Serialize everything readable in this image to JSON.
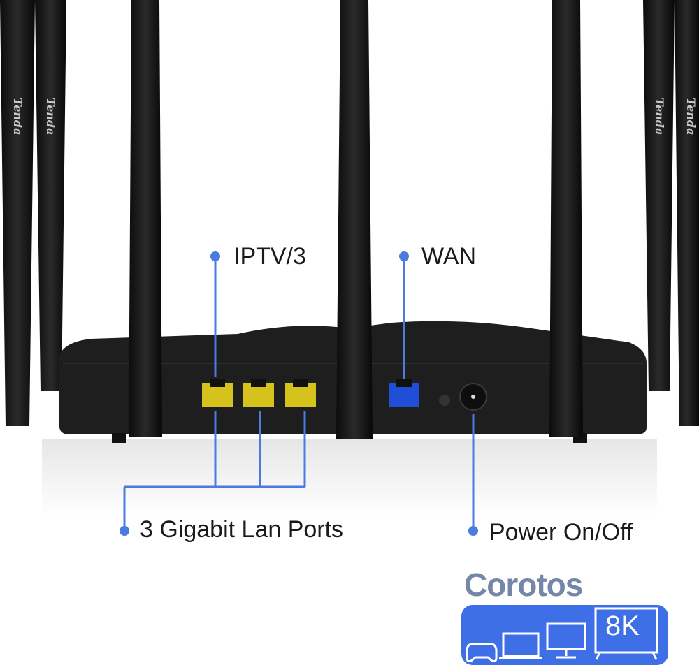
{
  "callouts": {
    "iptv": "IPTV/3",
    "wan": "WAN",
    "lan": "3 Gigabit Lan Ports",
    "power": "Power On/Off"
  },
  "antenna_brand": "Tenda",
  "badge": {
    "resolution": "8K",
    "icons": [
      "gamepad-icon",
      "laptop-icon",
      "monitor-icon",
      "tv-icon"
    ]
  },
  "watermark": "Corotos",
  "colors": {
    "callout_line": "#4a7be0",
    "badge_bg": "#3f6fe6",
    "lan_port": "#d6c21c",
    "wan_port": "#1f4fd6"
  }
}
